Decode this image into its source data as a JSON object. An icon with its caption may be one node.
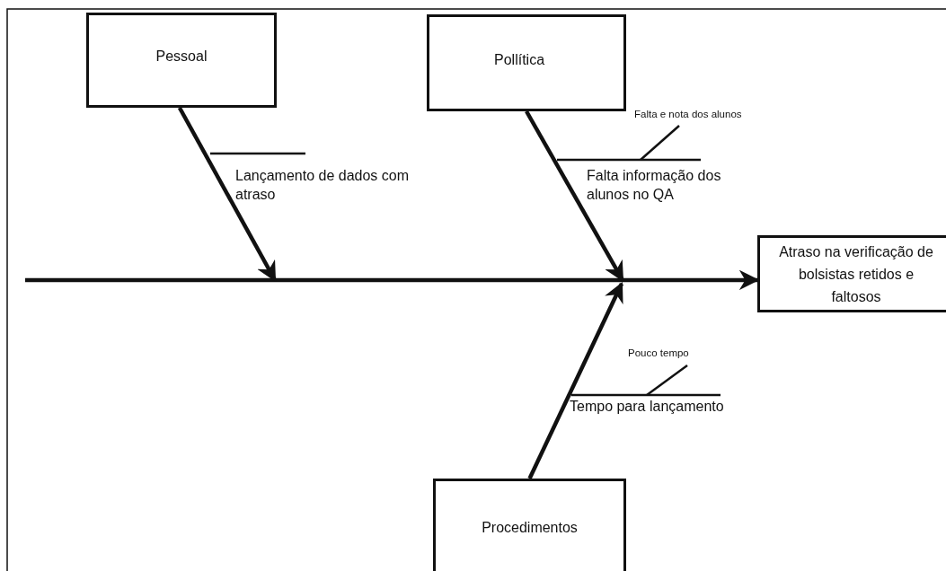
{
  "diagram": {
    "nodes": [
      {
        "text": [
          "Pessoal"
        ]
      },
      {
        "text": [
          "Pollítica"
        ]
      },
      {
        "text": [
          "Procedimentos"
        ]
      },
      {
        "text": [
          "Atraso na verificação de bolsistas retidos e faltosos"
        ]
      }
    ],
    "edges": [
      {
        "from": null,
        "to": 3,
        "arrow": "to"
      },
      {
        "from": 0,
        "to": null,
        "arrow": "to"
      },
      {
        "from": 1,
        "to": null,
        "arrow": "to"
      },
      {
        "from": 2,
        "to": null,
        "arrow": "to"
      }
    ],
    "labels": [
      "Lançamento de dados com atraso",
      "Falta e nota dos alunos",
      "Falta informação dos alunos no QA",
      "Pouco tempo",
      "Tempo para lançamento"
    ]
  }
}
